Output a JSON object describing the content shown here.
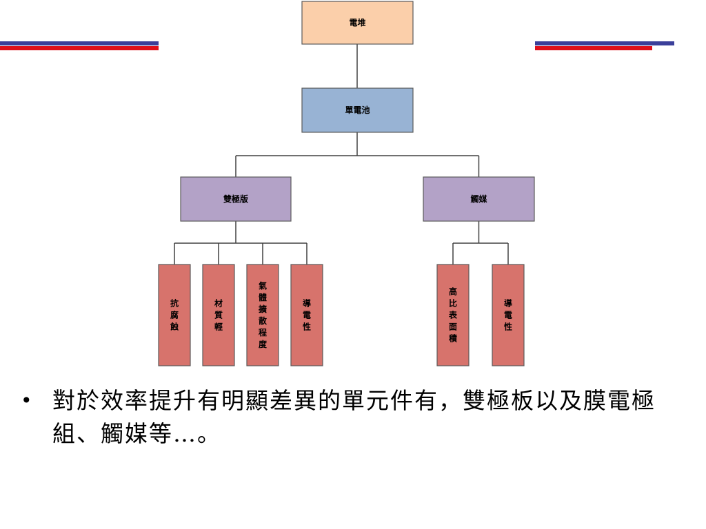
{
  "diagram": {
    "root": {
      "label": "電堆",
      "color": "#fbcfaa"
    },
    "level1": {
      "label": "單電池",
      "color": "#98b3d4"
    },
    "level2": [
      {
        "label": "雙極版",
        "color": "#b3a2c7",
        "children": [
          "抗腐蝕",
          "材質輕",
          "氣體擴散程度",
          "導電性"
        ]
      },
      {
        "label": "觸媒",
        "color": "#b3a2c7",
        "children": [
          "高比表面積",
          "導電性"
        ]
      }
    ],
    "leaf_color": "#d7736c",
    "line_color": "#404040"
  },
  "slide": {
    "bullet_symbol": "•",
    "bullet_text": "對於效率提升有明顯差異的單元件有，雙極板以及膜電極組、觸媒等…。"
  }
}
